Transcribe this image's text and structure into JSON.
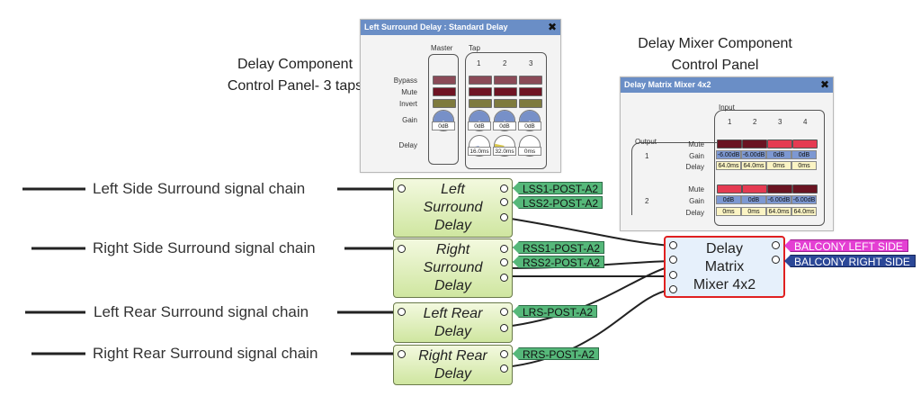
{
  "annotations": {
    "delay_component_line1": "Delay Component",
    "delay_component_line2": "Control Panel- 3 taps",
    "mixer_component_line1": "Delay Mixer Component",
    "mixer_component_line2": "Control Panel"
  },
  "delay_panel": {
    "title": "Left Surround Delay : Standard Delay",
    "close_icon": "✖",
    "master_label": "Master",
    "tap_label": "Tap",
    "tap_numbers": [
      "1",
      "2",
      "3"
    ],
    "row_labels": {
      "bypass": "Bypass",
      "mute": "Mute",
      "invert": "Invert",
      "gain": "Gain",
      "delay": "Delay"
    },
    "master_gain": "0dB",
    "tap_gains": [
      "0dB",
      "0dB",
      "0dB"
    ],
    "tap_delays": [
      "16.0ms",
      "32.0ms",
      "0ms"
    ]
  },
  "mixer_panel": {
    "title": "Delay Matrix Mixer 4x2",
    "close_icon": "✖",
    "input_label": "Input",
    "output_label": "Output",
    "input_numbers": [
      "1",
      "2",
      "3",
      "4"
    ],
    "row_labels": {
      "mute": "Mute",
      "gain": "Gain",
      "delay": "Delay"
    },
    "outputs": [
      {
        "number": "1",
        "mute": [
          "off",
          "off",
          "on",
          "on"
        ],
        "gains": [
          "-6.00dB",
          "-6.00dB",
          "0dB",
          "0dB"
        ],
        "delays": [
          "64.0ms",
          "64.0ms",
          "0ms",
          "0ms"
        ]
      },
      {
        "number": "2",
        "mute": [
          "on",
          "on",
          "off",
          "off"
        ],
        "gains": [
          "0dB",
          "0dB",
          "-6.00dB",
          "-6.00dB"
        ],
        "delays": [
          "0ms",
          "0ms",
          "64.0ms",
          "64.0ms"
        ]
      }
    ]
  },
  "signal_chains": [
    "Left Side Surround signal chain",
    "Right Side Surround signal chain",
    "Left Rear Surround signal chain",
    "Right Rear Surround signal chain"
  ],
  "delay_blocks": [
    {
      "line1": "Left",
      "line2": "Surround",
      "line3": "Delay"
    },
    {
      "line1": "Right",
      "line2": "Surround",
      "line3": "Delay"
    },
    {
      "line1": "Left Rear",
      "line2": "Delay"
    },
    {
      "line1": "Right Rear",
      "line2": "Delay"
    }
  ],
  "tags": [
    "LSS1-POST-A2",
    "LSS2-POST-A2",
    "RSS1-POST-A2",
    "RSS2-POST-A2",
    "LRS-POST-A2",
    "RRS-POST-A2"
  ],
  "mixer_block": {
    "line1": "Delay",
    "line2": "Matrix",
    "line3": "Mixer 4x2"
  },
  "output_tags": [
    "BALCONY LEFT SIDE",
    "BALCONY RIGHT SIDE"
  ],
  "colors": {
    "block_green": "#cfe6a0",
    "tag_green": "#56b87a",
    "mixer_border": "#e02020",
    "balcony_left": "#e43fd3",
    "balcony_right": "#2b4797",
    "panel_title_bar": "#6a8ec6"
  }
}
